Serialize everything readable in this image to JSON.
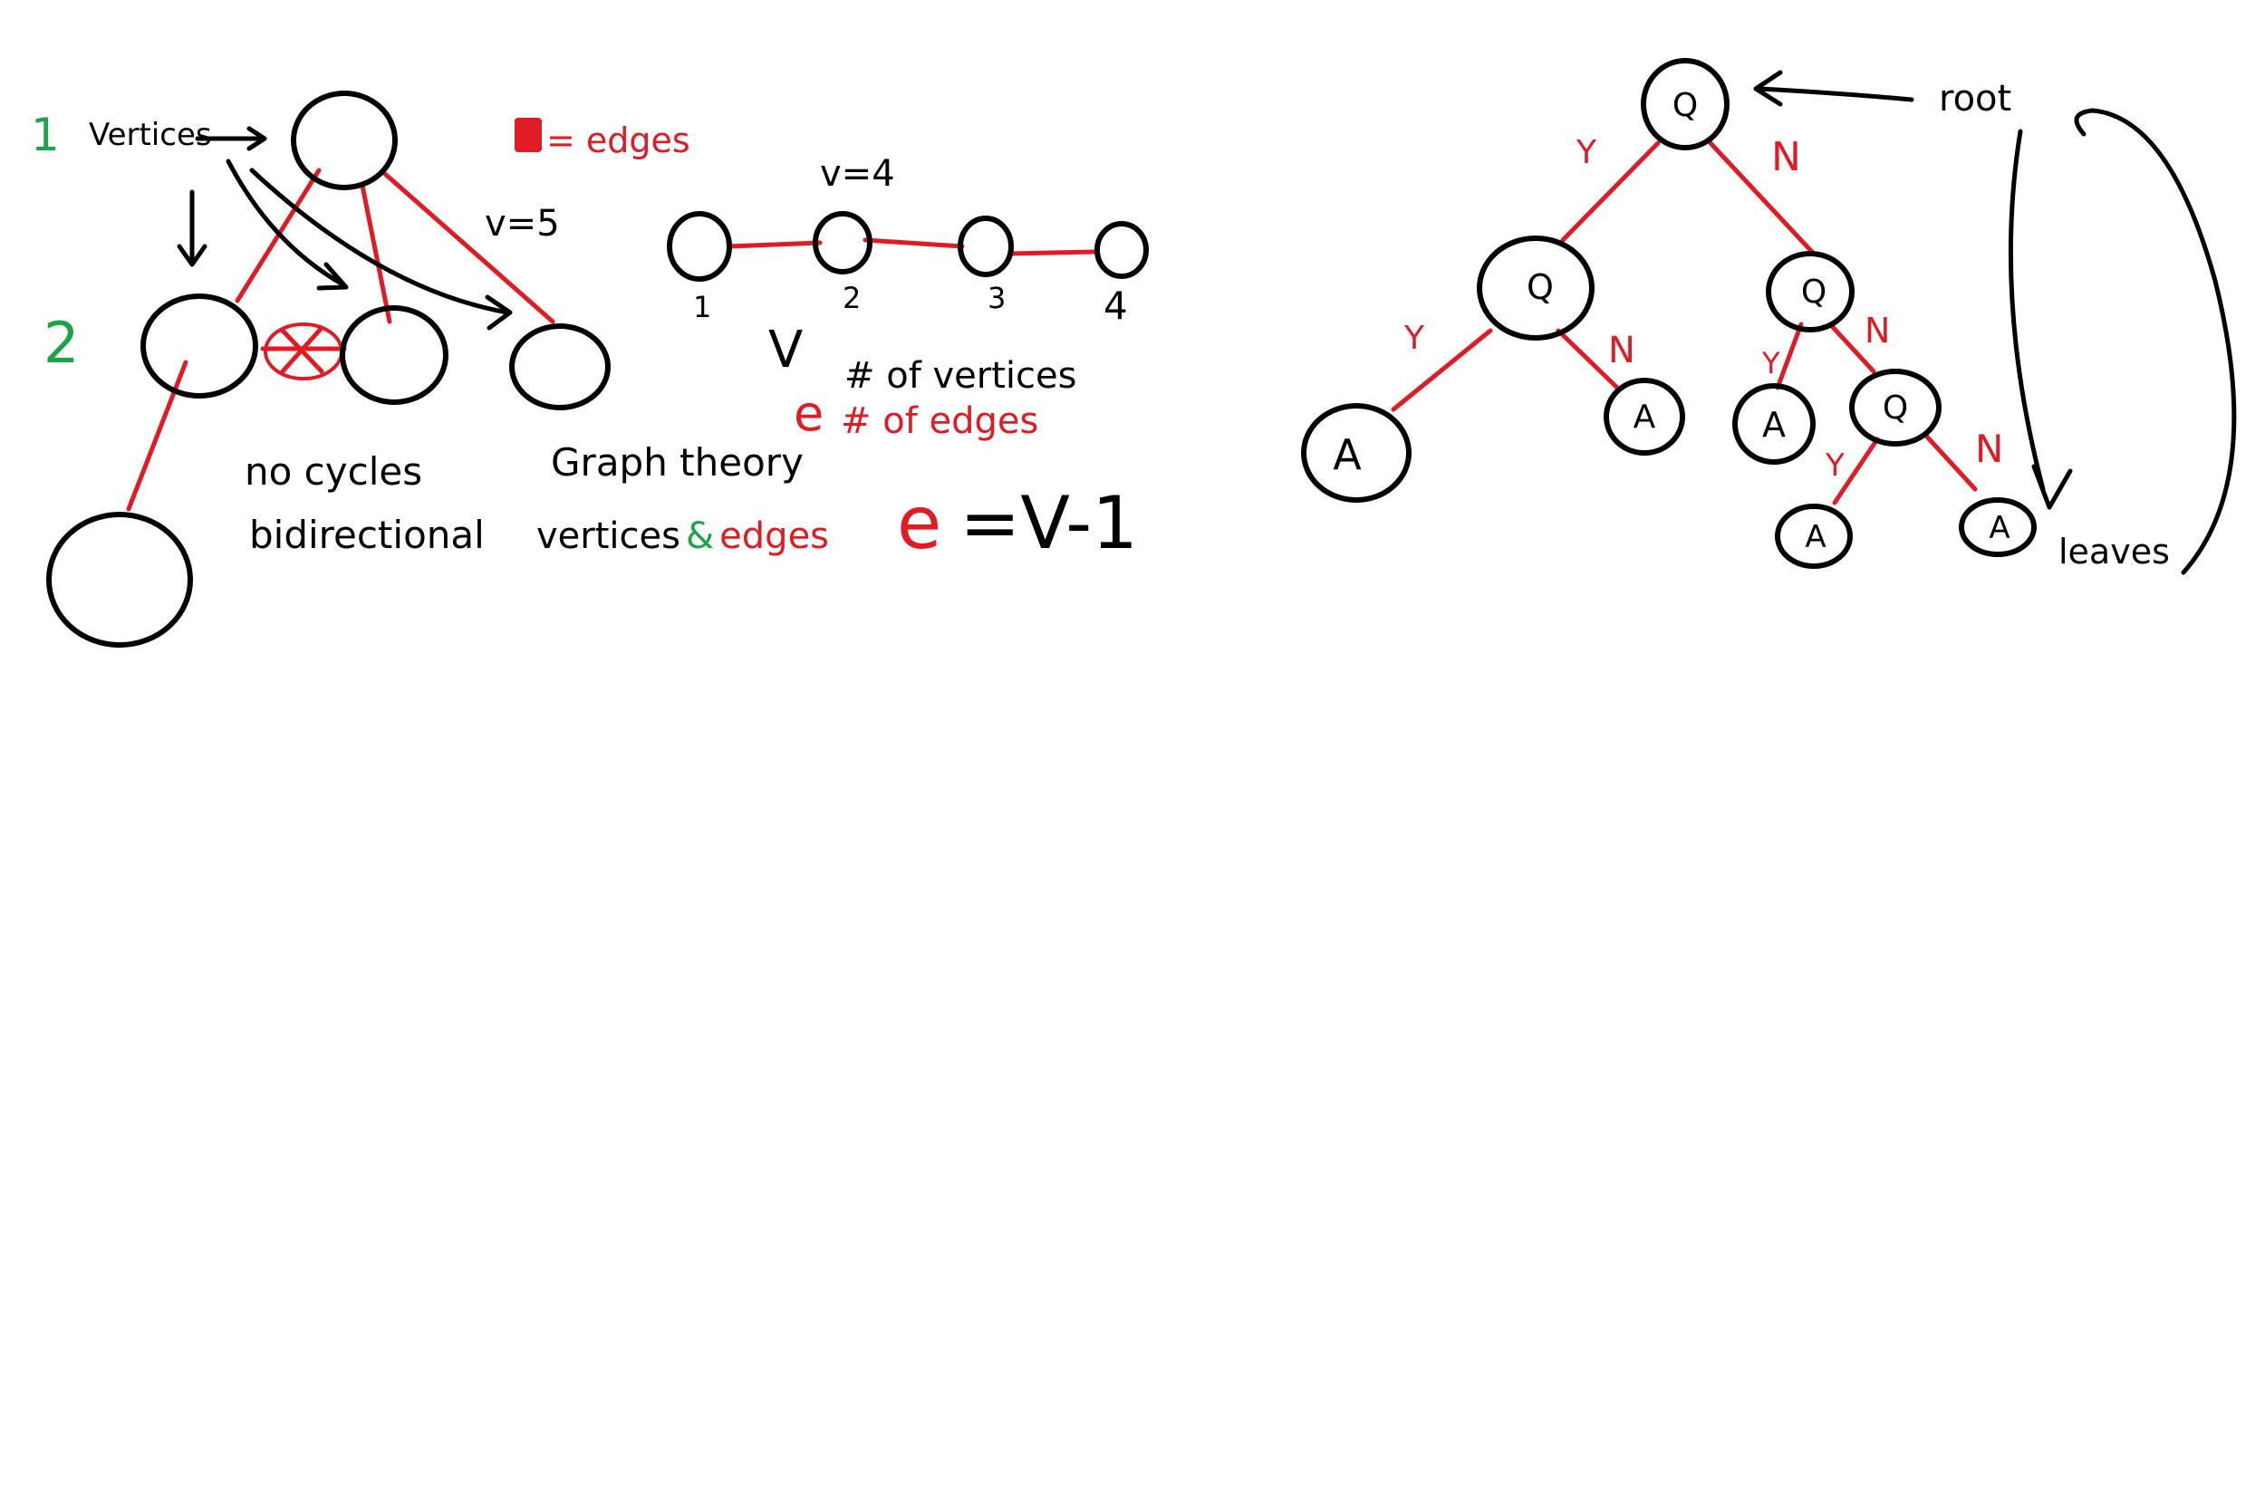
{
  "colors": {
    "ink": "#000000",
    "edge": "#e01b24",
    "green": "#1fa34a"
  },
  "left_graph": {
    "num_1": "1",
    "num_2": "2",
    "vertices_label": "Vertices",
    "edges_legend": "= edges",
    "v_count": "v=5",
    "no_cycles": "no cycles",
    "bidirectional": "bidirectional"
  },
  "chain": {
    "v_count": "v=4",
    "labels": [
      "1",
      "2",
      "3",
      "4"
    ],
    "graph_theory": "Graph theory",
    "vertices_word": "vertices",
    "amp": "&",
    "edges_word": "edges",
    "v_symbol": "V",
    "v_desc": "# of vertices",
    "e_symbol": "e",
    "e_desc": "# of edges",
    "formula_e": "e",
    "formula_rest": "=V-1"
  },
  "tree": {
    "question": "Q",
    "answer": "A",
    "yes": "Y",
    "no": "N",
    "root_label": "root",
    "leaves_label": "leaves"
  }
}
